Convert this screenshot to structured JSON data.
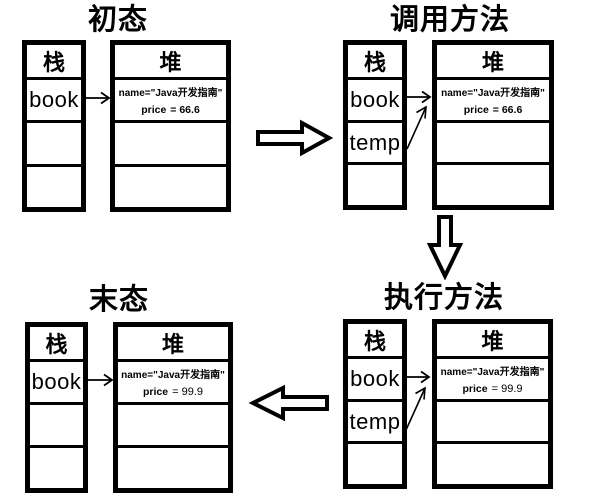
{
  "colors": {
    "ink": "#000000",
    "background": "#ffffff"
  },
  "panels": [
    {
      "id": "initial-state",
      "title": "初态",
      "stack": {
        "header": "栈",
        "rows": [
          "book",
          "",
          ""
        ]
      },
      "heap": {
        "header": "堆",
        "object": {
          "name_line": "name=\"Java开发指南\"",
          "price_label": "price",
          "price_value": "= 66.6"
        }
      },
      "pointers": [
        "book-to-heap"
      ]
    },
    {
      "id": "call-method",
      "title": "调用方法",
      "stack": {
        "header": "栈",
        "rows": [
          "book",
          "temp",
          ""
        ]
      },
      "heap": {
        "header": "堆",
        "object": {
          "name_line": "name=\"Java开发指南\"",
          "price_label": "price",
          "price_value": "= 66.6"
        }
      },
      "pointers": [
        "book-to-heap",
        "temp-to-heap"
      ]
    },
    {
      "id": "execute-method",
      "title": "执行方法",
      "stack": {
        "header": "栈",
        "rows": [
          "book",
          "temp",
          ""
        ]
      },
      "heap": {
        "header": "堆",
        "object": {
          "name_line": "name=\"Java开发指南\"",
          "price_label": "price",
          "price_value": "= 99.9"
        }
      },
      "pointers": [
        "book-to-heap",
        "temp-to-heap"
      ]
    },
    {
      "id": "final-state",
      "title": "末态",
      "stack": {
        "header": "栈",
        "rows": [
          "book",
          "",
          ""
        ]
      },
      "heap": {
        "header": "堆",
        "object": {
          "name_line": "name=\"Java开发指南\"",
          "price_label": "price",
          "price_value": "= 99.9"
        }
      },
      "pointers": [
        "book-to-heap"
      ]
    }
  ],
  "flow_arrows": [
    {
      "name": "arrow-initial-to-call",
      "direction": "right"
    },
    {
      "name": "arrow-call-to-execute",
      "direction": "down"
    },
    {
      "name": "arrow-execute-to-final",
      "direction": "left"
    }
  ]
}
